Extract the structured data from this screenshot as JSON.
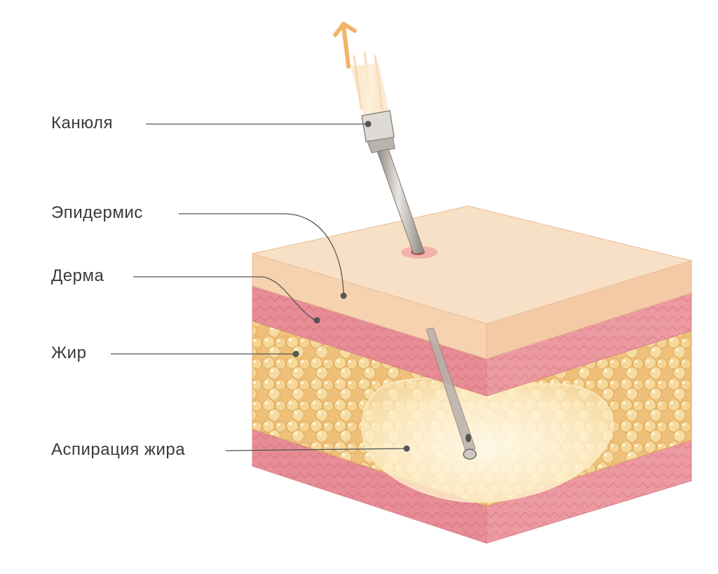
{
  "labels": {
    "cannula": "Канюля",
    "epidermis": "Эпидермис",
    "dermis": "Дерма",
    "fat": "Жир",
    "fat_aspiration": "Аспирация жира"
  },
  "colors": {
    "epidermis": "#f7dcc0",
    "dermis": "#e98f98",
    "fat": "#f2c77a",
    "fat_globule": "#f7dca0",
    "aspiration_zone": "#fff5dc",
    "cannula_metal": "#a9a29d",
    "leader_line": "#555555"
  },
  "icons": {
    "arrow": "arrow-up-icon"
  }
}
